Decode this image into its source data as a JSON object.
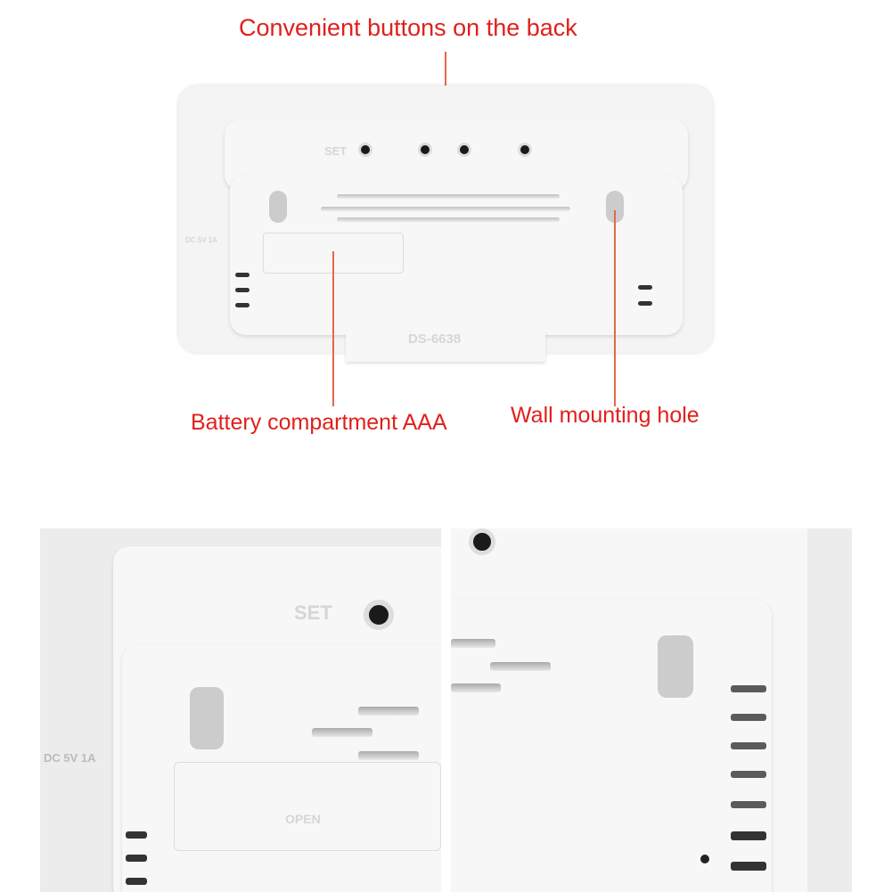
{
  "captions": {
    "top": "Convenient buttons on the back",
    "battery": "Battery compartment AAA",
    "wall": "Wall mounting hole"
  },
  "embossed": {
    "set": "SET",
    "model": "DS-6638",
    "open": "OPEN",
    "power": "DC 5V 1A"
  },
  "colors": {
    "caption": "#e0201c",
    "leader_line": "#e06a4a"
  }
}
